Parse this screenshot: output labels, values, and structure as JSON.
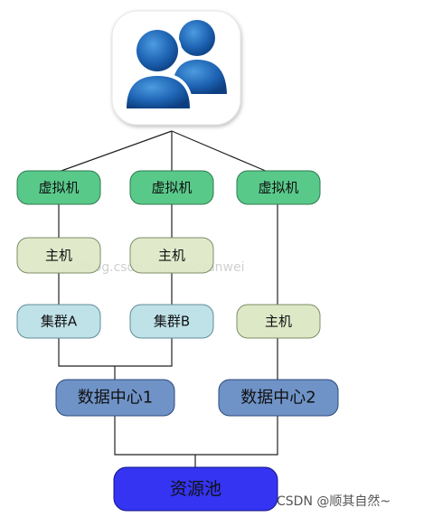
{
  "colors": {
    "vm": "#59c98a",
    "host": "#dde8c7",
    "cluster": "#bfe1e8",
    "datacenter": "#6f93c7",
    "pool": "#3434f2",
    "user_icon": "#1e64b4"
  },
  "icons": {
    "users": "users-icon"
  },
  "nodes": {
    "vm_1": "虚拟机",
    "vm_2": "虚拟机",
    "vm_3": "虚拟机",
    "host_1": "主机",
    "host_2": "主机",
    "host_3": "主机",
    "cluster_a": "集群A",
    "cluster_b": "集群B",
    "datacenter_1": "数据中心1",
    "datacenter_2": "数据中心2",
    "resource_pool": "资源池"
  },
  "watermark": "http://blog.csdn.net/chaofanwei",
  "credit": "CSDN @顺其自然~"
}
